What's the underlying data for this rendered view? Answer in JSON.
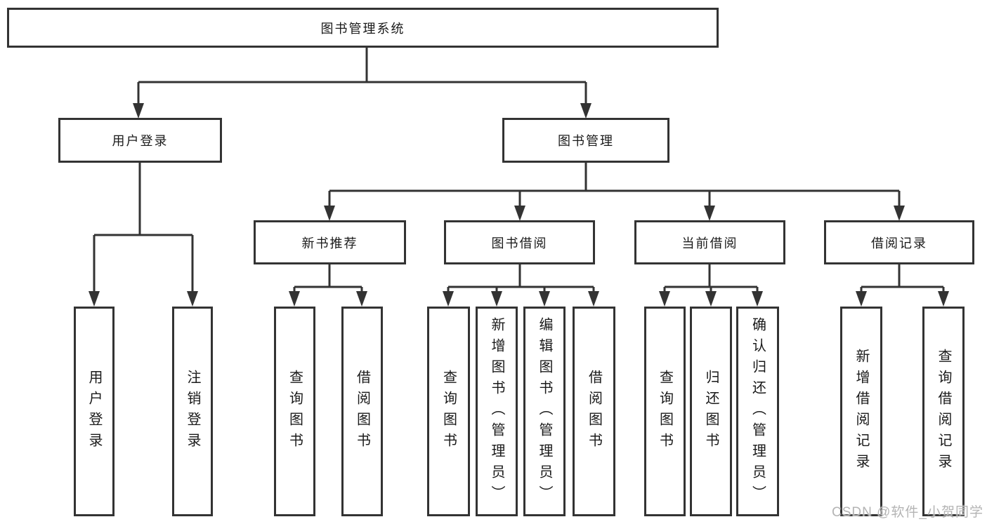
{
  "colors": {
    "line": "#333333",
    "text": "#1a1a1a",
    "watermark": "#b4b4b4"
  },
  "watermark": "CSDN @软件_小贺同学",
  "tree": {
    "root": "图书管理系统",
    "user_login": {
      "label": "用户登录",
      "children": [
        "用户登录",
        "注销登录"
      ]
    },
    "book_management": {
      "label": "图书管理",
      "children": [
        {
          "label": "新书推荐",
          "children": [
            "查询图书",
            "借阅图书"
          ]
        },
        {
          "label": "图书借阅",
          "children": [
            "查询图书",
            "新增图书（管理员）",
            "编辑图书（管理员）",
            "借阅图书"
          ]
        },
        {
          "label": "当前借阅",
          "children": [
            "查询图书",
            "归还图书",
            "确认归还（管理员）"
          ]
        },
        {
          "label": "借阅记录",
          "children": [
            "新增借阅记录",
            "查询借阅记录"
          ]
        }
      ]
    }
  }
}
